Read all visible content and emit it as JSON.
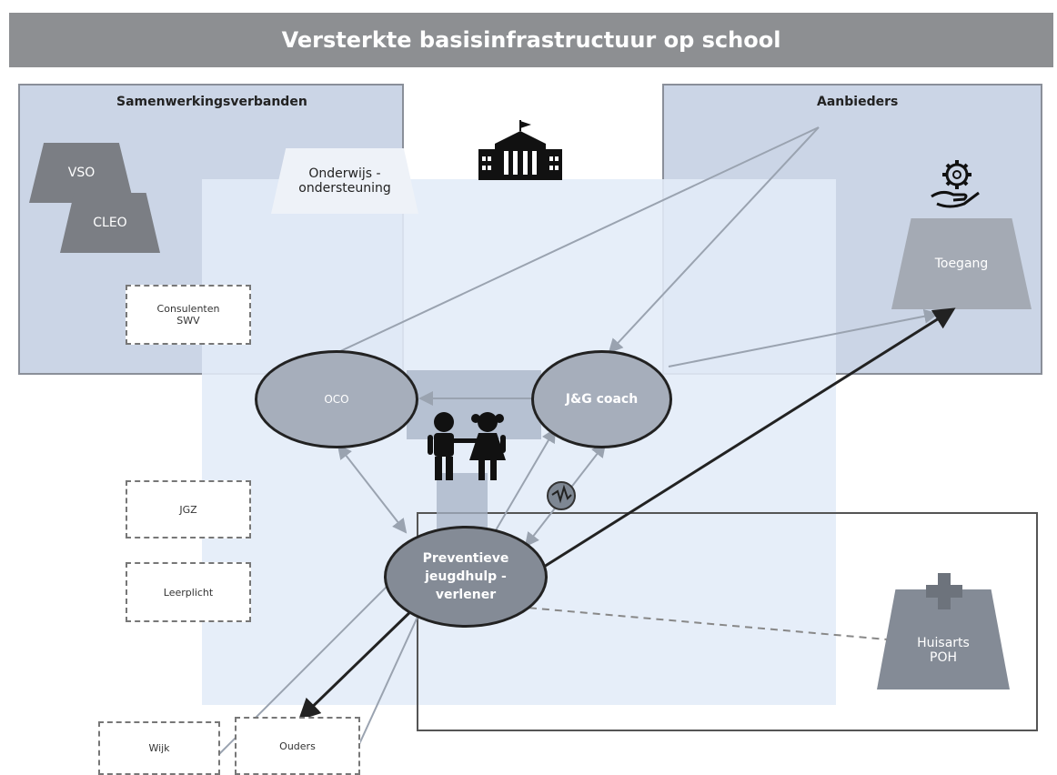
{
  "title": "Versterkte basisinfrastructuur op school",
  "panels": {
    "left_title": "Samenwerkingsverbanden",
    "right_title": "Aanbieders"
  },
  "trapezoids": {
    "vso": "VSO",
    "cleo": "CLEO",
    "onderwijs": "Onderwijs - ondersteuning",
    "toegang": "Toegang",
    "huisarts_line1": "Huisarts",
    "huisarts_line2": "POH"
  },
  "dashed_boxes": {
    "consulenten_line1": "Consulenten",
    "consulenten_line2": "SWV",
    "jgz": "JGZ",
    "leerplicht": "Leerplicht",
    "wijk": "Wijk",
    "ouders": "Ouders"
  },
  "ellipses": {
    "oco": "OCO",
    "jg_coach": "J&G coach",
    "preventieve_line1": "Preventieve",
    "preventieve_line2": "jeugdhulp -",
    "preventieve_line3": "verlener"
  },
  "icons": [
    "school-icon",
    "gear-hand-icon",
    "children-icon",
    "globe-icon",
    "medical-cross-icon"
  ],
  "colors": {
    "banner": "#8d8f92",
    "panel": "#cbd5e6",
    "trapezoid_dark": "#7b7e84",
    "trapezoid_light": "#a4aab4",
    "ellipse_fill": "#a6aebb",
    "ellipse_dark": "#848b96"
  }
}
